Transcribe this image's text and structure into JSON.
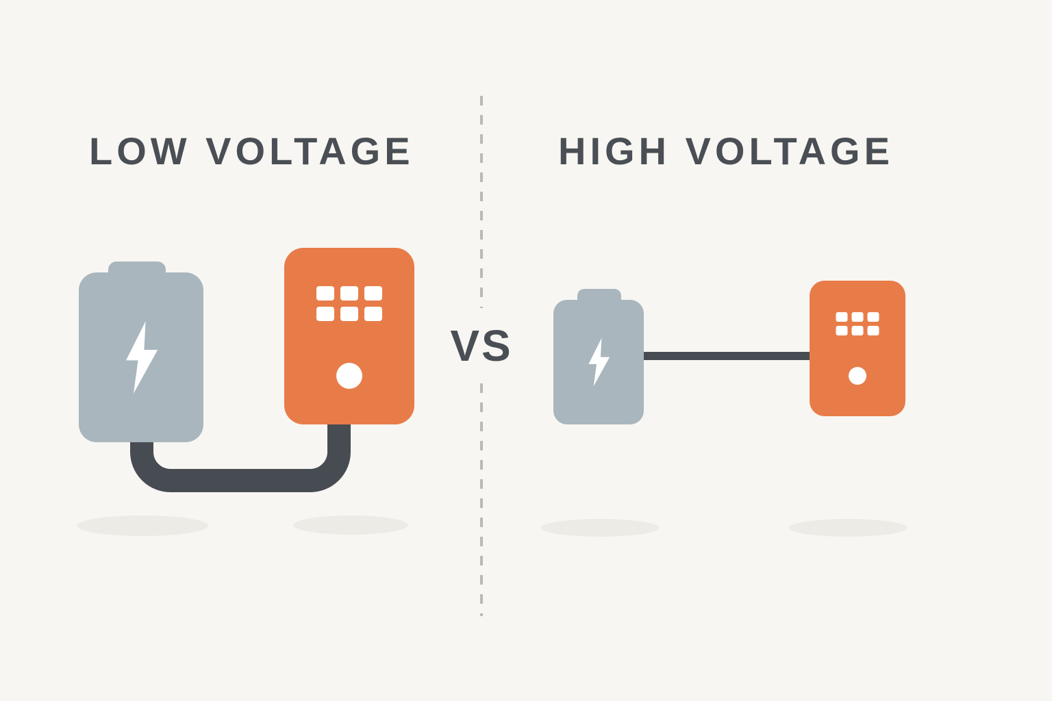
{
  "left": {
    "title": "LOW VOLTAGE",
    "battery_icon": "battery-with-lightning-bolt",
    "charger_icon": "charger-device-with-keypad-and-indicator",
    "cable": "thick-u-shaped-cable"
  },
  "right": {
    "title": "HIGH VOLTAGE",
    "battery_icon": "battery-with-lightning-bolt",
    "charger_icon": "charger-device-with-keypad-and-indicator",
    "cable": "thin-straight-cable"
  },
  "center": {
    "vs": "VS",
    "divider": "vertical-dashed-line"
  },
  "colors": {
    "background": "#f8f6f2",
    "battery": "#a9b6bd",
    "charger": "#e87c48",
    "cable": "#474c52",
    "text": "#4a4f55",
    "divider": "#bcb9b3",
    "shadow": "#edebe6",
    "icon_detail": "#ffffff"
  }
}
